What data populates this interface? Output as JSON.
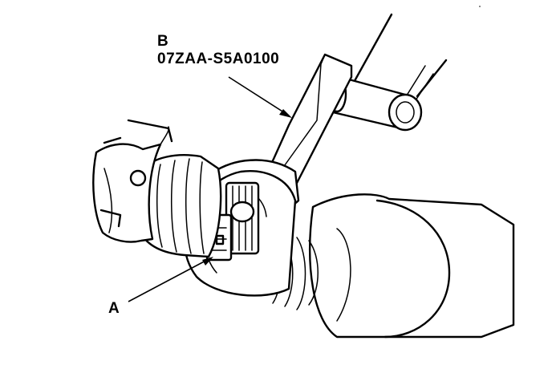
{
  "labels": {
    "b_letter": "B",
    "b_part_number": "07ZAA-S5A0100",
    "a_letter": "A"
  },
  "colors": {
    "ink": "#000000",
    "paper": "#ffffff"
  }
}
